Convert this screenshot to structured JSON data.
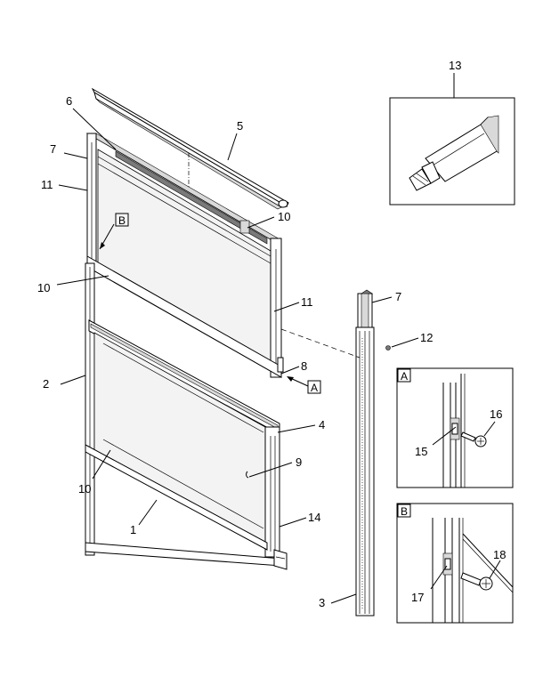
{
  "callouts": {
    "c1": "1",
    "c2": "2",
    "c3": "3",
    "c4": "4",
    "c5": "5",
    "c6": "6",
    "c7a": "7",
    "c7b": "7",
    "c8": "8",
    "c9": "9",
    "c10a": "10",
    "c10b": "10",
    "c10c": "10",
    "c11a": "11",
    "c11b": "11",
    "c12": "12",
    "c13": "13",
    "c14": "14",
    "c15": "15",
    "c16": "16",
    "c17": "17",
    "c18": "18"
  },
  "detail_labels": {
    "a": "A",
    "b": "B"
  },
  "colors": {
    "line": "#000000",
    "glass": "#f3f3f3",
    "shade": "#d9d9d9"
  }
}
